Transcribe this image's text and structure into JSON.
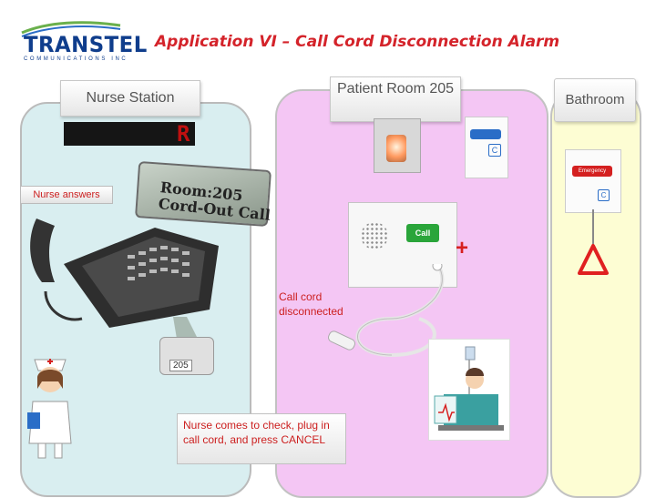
{
  "logo": {
    "word": "TRANSTEL",
    "subtitle": "COMMUNICATIONS INC"
  },
  "title": "Application VI – Call Cord Disconnection Alarm",
  "zones": {
    "nurse_station": "Nurse Station",
    "patient_room": "Patient Room 205",
    "bathroom": "Bathroom"
  },
  "nurse_station": {
    "led_char": "R",
    "nurse_answers": "Nurse answers",
    "lcd_line1": "Room:205",
    "lcd_line2": "Cord-Out Call",
    "console_number": "205",
    "nurse_task": "Nurse comes to check, plug in call cord, and press CANCEL"
  },
  "patient_room": {
    "station_call": "Call",
    "pull_plate_c": "C",
    "call_cord_note": "Call cord disconnected"
  },
  "bathroom": {
    "plate_button": "Emergency",
    "plate_c": "C"
  },
  "colors": {
    "title_red": "#d4232a",
    "nurse_zone": "#d9eef0",
    "patient_zone": "#f4c6f4",
    "bathroom_zone": "#fdfdd3",
    "note_red": "#cc1f1f"
  }
}
